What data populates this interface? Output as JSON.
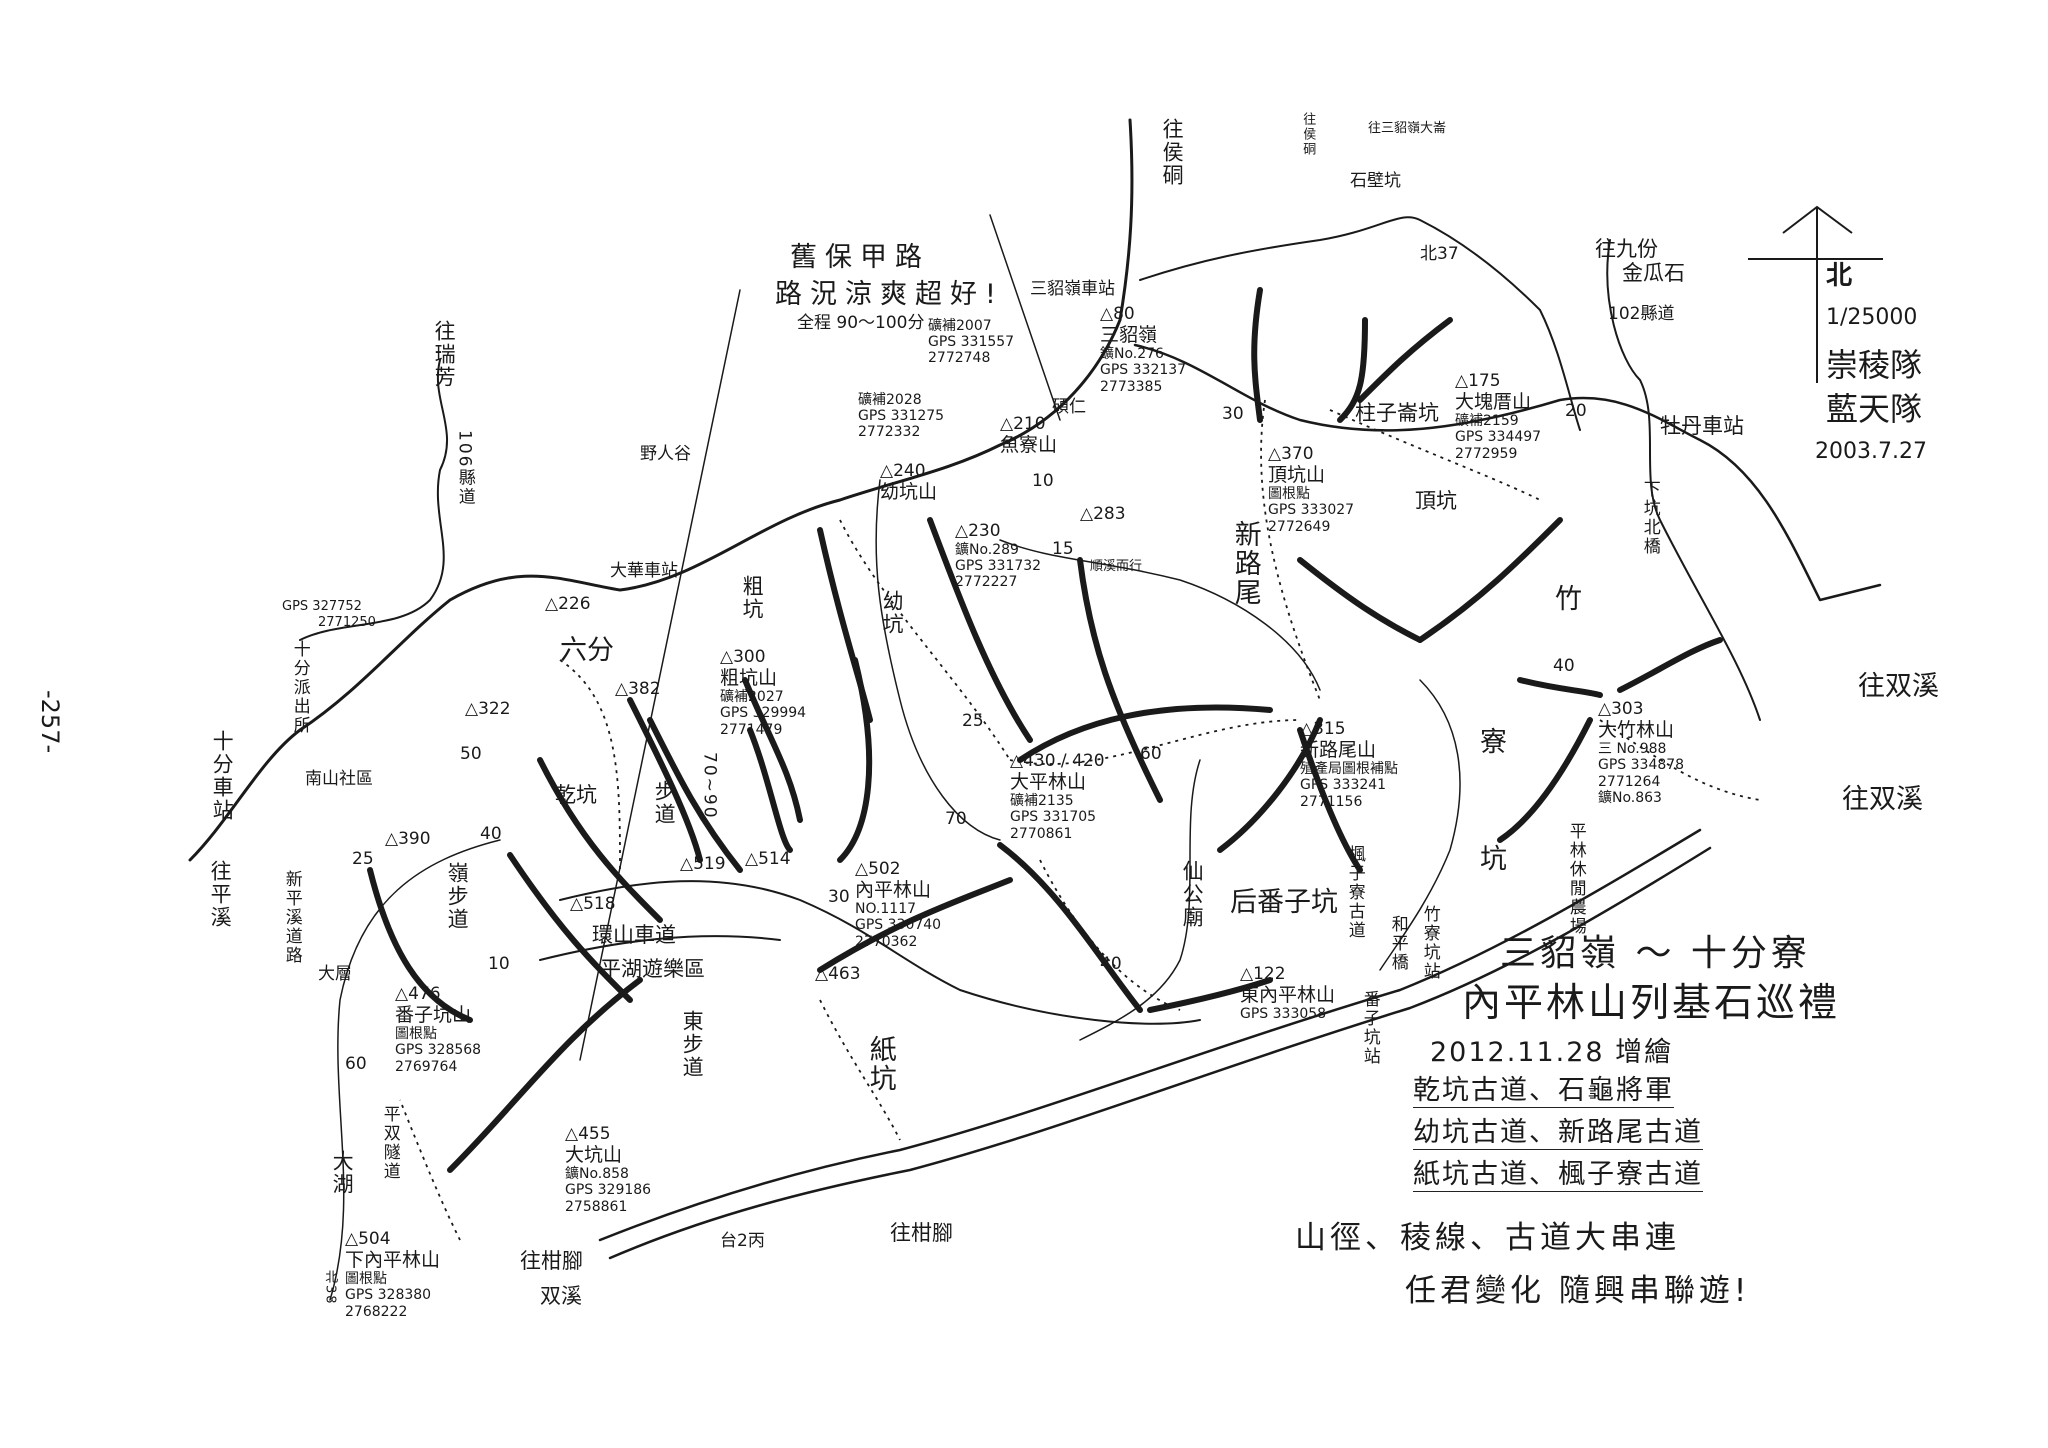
{
  "page_number": "-257-",
  "title": {
    "line1": "三貂嶺 ～ 十分寮",
    "line2": "內平林山列基石巡禮",
    "date": "2012.11.28 增繪",
    "routes": [
      "乾坑古道、石龜將軍",
      "幼坑古道、新路尾古道",
      "紙坑古道、楓子寮古道"
    ],
    "slogan1": "山徑、稜線、古道大串連",
    "slogan2": "任君變化 隨興串聯遊!"
  },
  "legend": {
    "north": "北",
    "scale": "1/25000",
    "team1": "崇稜隊",
    "team2": "藍天隊",
    "date": "2003.7.27"
  },
  "notes": {
    "old_trail_1": "舊保甲路",
    "old_trail_2": "路況涼爽超好!",
    "old_trail_3": "全程 90～100分"
  },
  "places": {
    "to_houtong_1": "往侯硐",
    "to_houtong_2": "往侯硐",
    "to_sandiao_dalun": "往三貂嶺大崙",
    "shibikeng": "石壁坑",
    "sandiaoling_station": "三貂嶺車站",
    "shuoren": "碩仁",
    "to_ruifang": "往瑞芳",
    "county_106": "106縣道",
    "yerengu": "野人谷",
    "dahua_station": "大華車站",
    "liufen": "六分",
    "qiankeng": "乾坑",
    "nanshan": "南山社區",
    "shifen_station": "十分車站",
    "to_pingxi": "往平溪",
    "shifen_police": "十分派出所",
    "shifen_police_gps1": "GPS 327752",
    "shifen_police_gps2": "2771250",
    "new_pingxi_road": "新平溪道路",
    "cukeng": "粗坑",
    "youkeng": "幼坑",
    "shunxi": "順溪而行",
    "xinluwei": "新路尾",
    "dingkeng": "頂坑",
    "zhuzilun": "柱子崙坑",
    "to_jiufen": "往九份",
    "jinguashi": "金瓜石",
    "county_102": "102縣道",
    "north37": "北37",
    "mudan_station": "牡丹車站",
    "xiakeng_bridge": "下坑北橋",
    "zhu": "竹",
    "liao": "寮",
    "keng": "坑",
    "to_shuangxi_1": "往双溪",
    "to_shuangxi_2": "往双溪",
    "pinglin_farm": "平林休閒農場",
    "houfanzikeng": "后番子坑",
    "xiangong_temple": "仙公廟",
    "fengziliao_trail": "楓子寮古道",
    "fanzikeng_station": "番子坑站",
    "heping_bridge": "和平橋",
    "zhuliaokeng_station": "竹寮坑站",
    "huanshan_road": "環山車道",
    "pinghu_park": "平湖遊樂區",
    "zhikeng": "紙坑",
    "dahu": "大湖",
    "pingshuang_tunnel": "平双隧道",
    "to_ganjiao_1": "往柑腳",
    "shuangxi": "双溪",
    "to_ganjiao_2": "往柑腳",
    "route_2c": "台2丙",
    "north38": "北38",
    "daceng": "大層",
    "trail_bu": "步道",
    "east_trail": "東步道",
    "ridge_trail": "嶺步道"
  },
  "contour_numbers": [
    "25",
    "40",
    "10",
    "60",
    "50",
    "70~90",
    "30",
    "60",
    "25",
    "70",
    "40",
    "30",
    "15",
    "10",
    "20",
    "40"
  ],
  "peaks": [
    {
      "name": "魚寮山",
      "elev": "210"
    },
    {
      "name": "三貂嶺",
      "elev": "80",
      "mark": "鑛No.276",
      "gps1": "GPS 332137",
      "gps2": "2773385"
    },
    {
      "name": "",
      "elev": "",
      "mark": "礦補2007",
      "gps1": "GPS 331557",
      "gps2": "2772748"
    },
    {
      "name": "",
      "elev": "",
      "mark": "礦補2028",
      "gps1": "GPS 331275",
      "gps2": "2772332"
    },
    {
      "name": "幼坑山",
      "elev": "240"
    },
    {
      "name": "",
      "elev": "230",
      "mark": "鑛No.289",
      "gps1": "GPS 331732",
      "gps2": "2772227"
    },
    {
      "name": "粗坑山",
      "elev": "300",
      "mark": "礦補2027",
      "gps1": "GPS 329994",
      "gps2": "2771479"
    },
    {
      "name": "",
      "elev": "226"
    },
    {
      "name": "大平林山",
      "elev": "430 / 420",
      "mark": "礦補2135",
      "gps1": "GPS 331705",
      "gps2": "2770861"
    },
    {
      "name": "頂坑山",
      "elev": "370",
      "gps1": "GPS 333027",
      "gps2": "2772649",
      "mark": "圖根點"
    },
    {
      "name": "大塊厝山",
      "elev": "175",
      "mark": "礦補2159",
      "gps1": "GPS 334497",
      "gps2": "2772959"
    },
    {
      "name": "大竹林山",
      "elev": "303",
      "gps1": "GPS 334878",
      "gps2": "2771264",
      "mark": "三 No.988",
      "mark2": "鑛No.863"
    },
    {
      "name": "新路尾山",
      "elev": "315",
      "gps1": "GPS 333241",
      "gps2": "2771156",
      "mark": "殖產局圖根補點"
    },
    {
      "name": "東內平林山",
      "elev": "122",
      "gps1": "GPS 333058"
    },
    {
      "name": "內平林山",
      "elev": "502",
      "mark": "NO.1117",
      "gps1": "GPS 330740",
      "gps2": "2770362"
    },
    {
      "name": "番子坑山",
      "elev": "476",
      "gps1": "GPS 328568",
      "gps2": "2769764",
      "mark": "圖根點"
    },
    {
      "name": "",
      "elev": "390"
    },
    {
      "name": "",
      "elev": "322"
    },
    {
      "name": "",
      "elev": "382"
    },
    {
      "name": "",
      "elev": "518"
    },
    {
      "name": "",
      "elev": "519"
    },
    {
      "name": "",
      "elev": "514"
    },
    {
      "name": "",
      "elev": "283"
    },
    {
      "name": "",
      "elev": "463"
    },
    {
      "name": "大坑山",
      "elev": "455",
      "mark": "鑛No.858",
      "gps1": "GPS 329186",
      "gps2": "2758861"
    },
    {
      "name": "下內平林山",
      "elev": "504",
      "gps1": "GPS 328380",
      "gps2": "2768222",
      "mark": "圖根點"
    }
  ],
  "colors": {
    "ink": "#1a1a1a",
    "paper": "#ffffff"
  }
}
